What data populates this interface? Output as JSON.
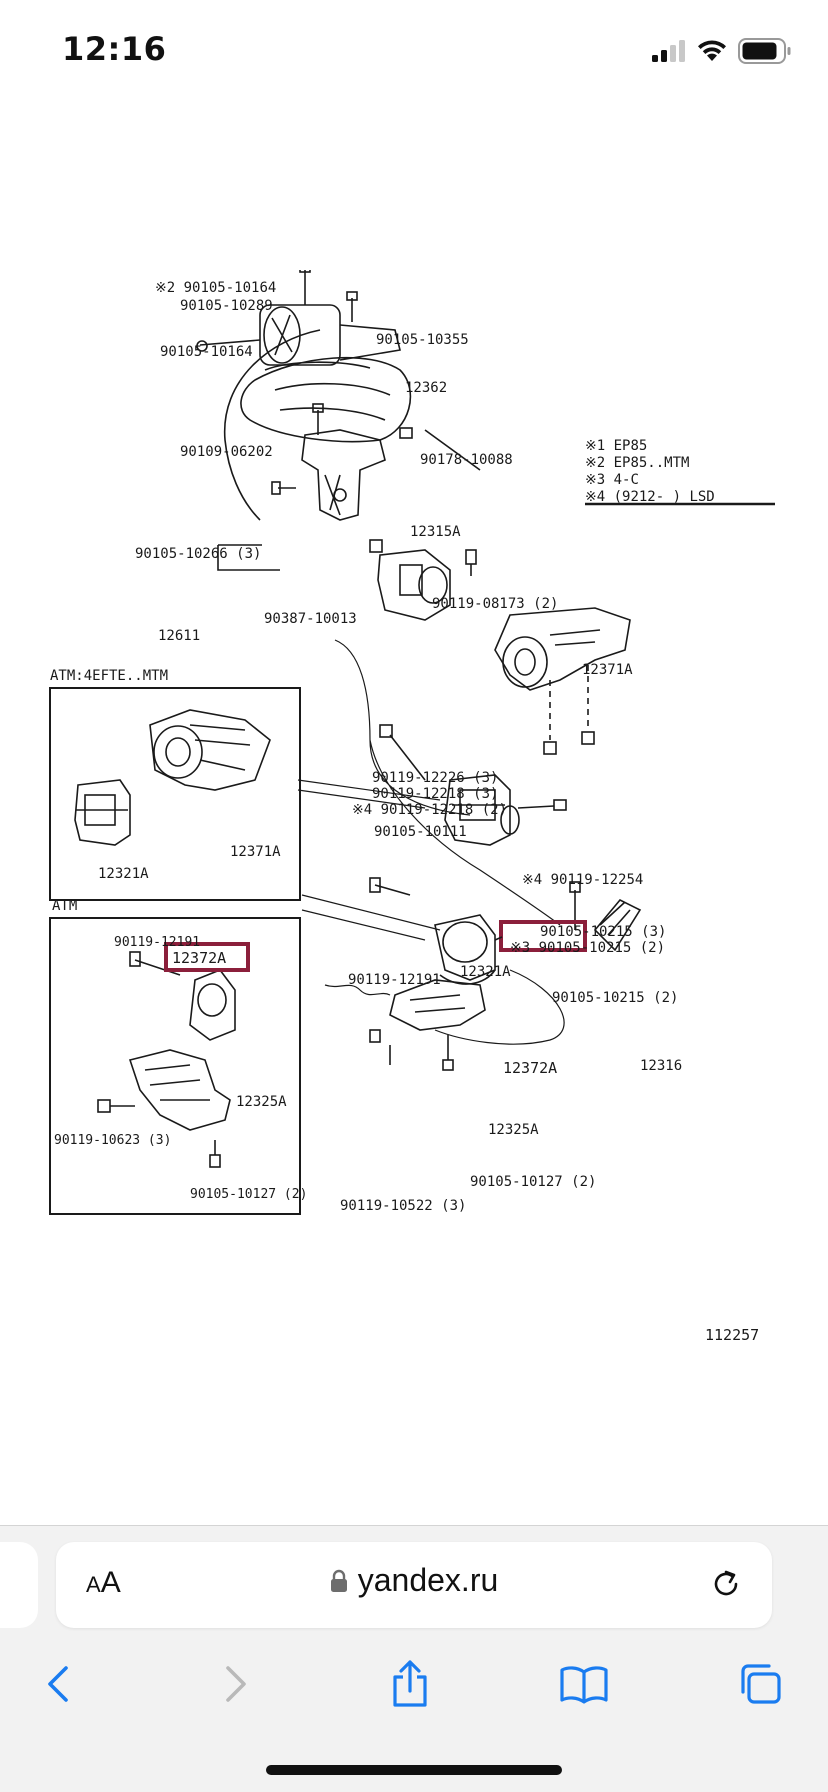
{
  "status_bar": {
    "time": "12:16"
  },
  "colors": {
    "accent": "#1a7cf0",
    "highlight": "#8b1f3b",
    "ink": "#1a1a1a"
  },
  "diagram": {
    "labels": {
      "l1": "※2 90105-10164",
      "l2": "90105-10289",
      "l3": "90105-10164",
      "l4": "90105-10355",
      "l5": "12362",
      "l6": "90109-06202",
      "l7": "90178-10088",
      "l8": "12315A",
      "l9": "90105-10266 (3)",
      "l10": "12611",
      "l11": "90387-10013",
      "l12": "90119-08173 (2)",
      "l13": "12371A",
      "l14": "90119-12226 (3)",
      "l15": "90119-12218 (3)",
      "l16": "※4 90119-12218 (2)",
      "l17": "90105-10111",
      "l18": "※4 90119-12254",
      "l19": "90105-10215 (3)",
      "l20": "※3 90105-10215 (2)",
      "l21": "12321A",
      "l22": "90119-12191",
      "l23": "90105-10215 (2)",
      "l24": "12372A",
      "l25": "12316",
      "l26": "12325A",
      "l27": "90119-10522 (3)",
      "l28": "90105-10127 (2)",
      "l29": "112257"
    },
    "legend": {
      "r1": "※1 EP85",
      "r2": "※2 EP85..MTM",
      "r3": "※3 4-C",
      "r4": "※4 (9212-    ) LSD"
    },
    "inset_top": {
      "title": "ATM:4EFTE..MTM",
      "label_a": "12371A",
      "label_b": "12321A"
    },
    "inset_bottom": {
      "title": "ATM",
      "label_a": "90119-12191",
      "label_b": "12372A",
      "label_c": "12325A",
      "label_d": "90119-10623 (3)",
      "label_e": "90105-10127 (2)"
    }
  },
  "browser": {
    "aa_big": "A",
    "aa_small": "A",
    "url": "yandex.ru"
  },
  "icons": {
    "signal": "cellular-signal-icon",
    "wifi": "wifi-icon",
    "battery": "battery-icon",
    "lock": "lock-icon",
    "reload": "reload-icon",
    "back": "back-chevron-icon",
    "forward": "forward-chevron-icon",
    "share": "share-icon",
    "bookmarks": "bookmarks-icon",
    "tabs": "tabs-icon"
  }
}
